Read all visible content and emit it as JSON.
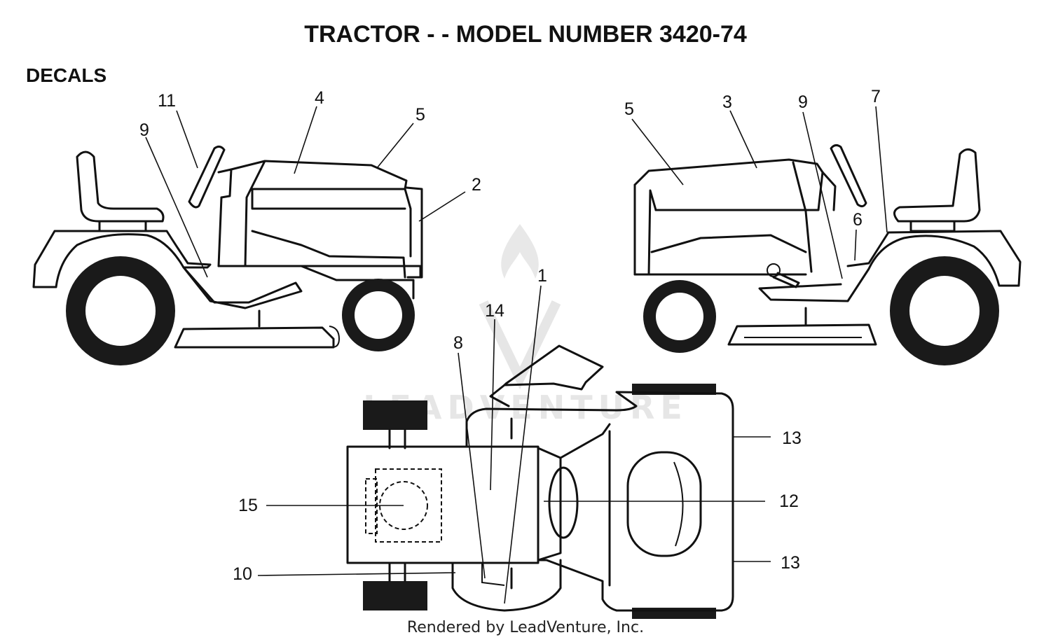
{
  "header": {
    "title": "TRACTOR - - MODEL NUMBER 3420-74",
    "section": "DECALS"
  },
  "watermark": {
    "text": "LEADVENTURE"
  },
  "footer": {
    "credit": "Rendered by LeadVenture, Inc."
  },
  "callouts": [
    {
      "id": "left-11",
      "label": "11"
    },
    {
      "id": "left-4",
      "label": "4"
    },
    {
      "id": "left-5",
      "label": "5"
    },
    {
      "id": "left-9",
      "label": "9"
    },
    {
      "id": "left-2",
      "label": "2"
    },
    {
      "id": "right-5",
      "label": "5"
    },
    {
      "id": "right-3",
      "label": "3"
    },
    {
      "id": "right-9",
      "label": "9"
    },
    {
      "id": "right-7",
      "label": "7"
    },
    {
      "id": "right-6",
      "label": "6"
    },
    {
      "id": "top-1",
      "label": "1"
    },
    {
      "id": "top-14",
      "label": "14"
    },
    {
      "id": "top-8",
      "label": "8"
    },
    {
      "id": "top-13a",
      "label": "13"
    },
    {
      "id": "top-15",
      "label": "15"
    },
    {
      "id": "top-12",
      "label": "12"
    },
    {
      "id": "top-10",
      "label": "10"
    },
    {
      "id": "top-13b",
      "label": "13"
    }
  ]
}
